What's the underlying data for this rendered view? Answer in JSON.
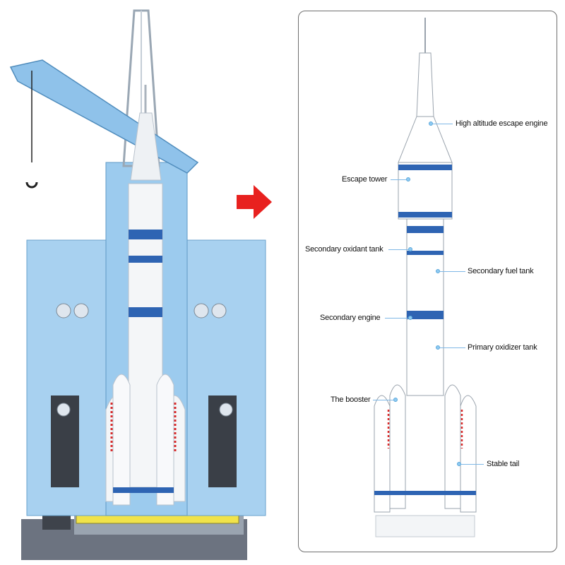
{
  "labels": {
    "high_altitude_escape_engine": "High altitude escape engine",
    "escape_tower": "Escape tower",
    "secondary_oxidant_tank": "Secondary oxidant tank",
    "secondary_fuel_tank": "Secondary fuel tank",
    "secondary_engine": "Secondary engine",
    "primary_oxidizer_tank": "Primary oxidizer tank",
    "the_booster": "The booster",
    "stable_tail": "Stable tail"
  },
  "colors": {
    "structure_blue": "#8cc3ea",
    "stripe_blue": "#2e64b3",
    "arrow_red": "#e8211f",
    "panel_border": "#6f6f6f",
    "leader_blue": "#7fb8e6"
  }
}
